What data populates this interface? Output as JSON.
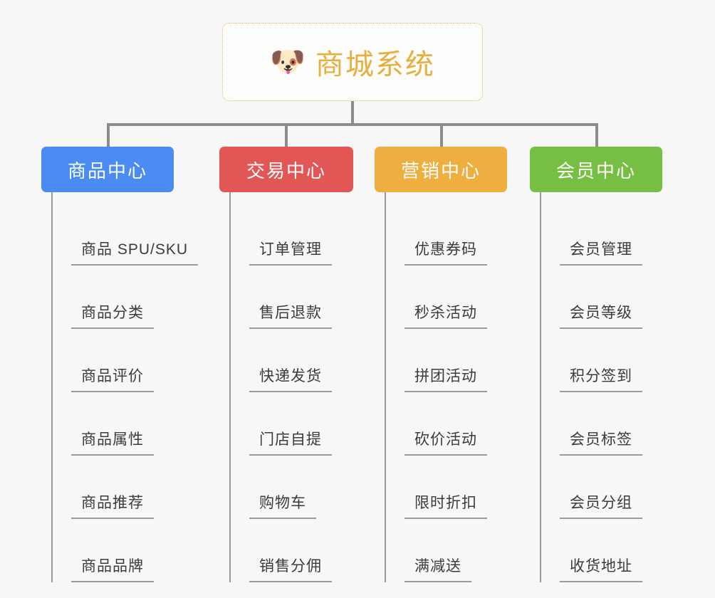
{
  "root": {
    "icon": "dog-face-emoji",
    "icon_glyph": "🐶",
    "title": "商城系统"
  },
  "theme": {
    "background": "#f7f7f7",
    "root_border": "#e8b552",
    "root_text": "#e8ae3f",
    "connector": "#8c8c8c",
    "leaf_text": "#3b3b3b",
    "leaf_rule": "#9a9a9a"
  },
  "columns": [
    {
      "id": "product-center",
      "label": "商品中心",
      "color": "#4a8cf2",
      "items": [
        "商品 SPU/SKU",
        "商品分类",
        "商品评价",
        "商品属性",
        "商品推荐",
        "商品品牌"
      ]
    },
    {
      "id": "trade-center",
      "label": "交易中心",
      "color": "#e25755",
      "items": [
        "订单管理",
        "售后退款",
        "快递发货",
        "门店自提",
        "购物车",
        "销售分佣"
      ]
    },
    {
      "id": "marketing-center",
      "label": "营销中心",
      "color": "#efaf40",
      "items": [
        "优惠券码",
        "秒杀活动",
        "拼团活动",
        "砍价活动",
        "限时折扣",
        "满减送"
      ]
    },
    {
      "id": "member-center",
      "label": "会员中心",
      "color": "#76bf43",
      "items": [
        "会员管理",
        "会员等级",
        "积分签到",
        "会员标签",
        "会员分组",
        "收货地址"
      ]
    }
  ]
}
